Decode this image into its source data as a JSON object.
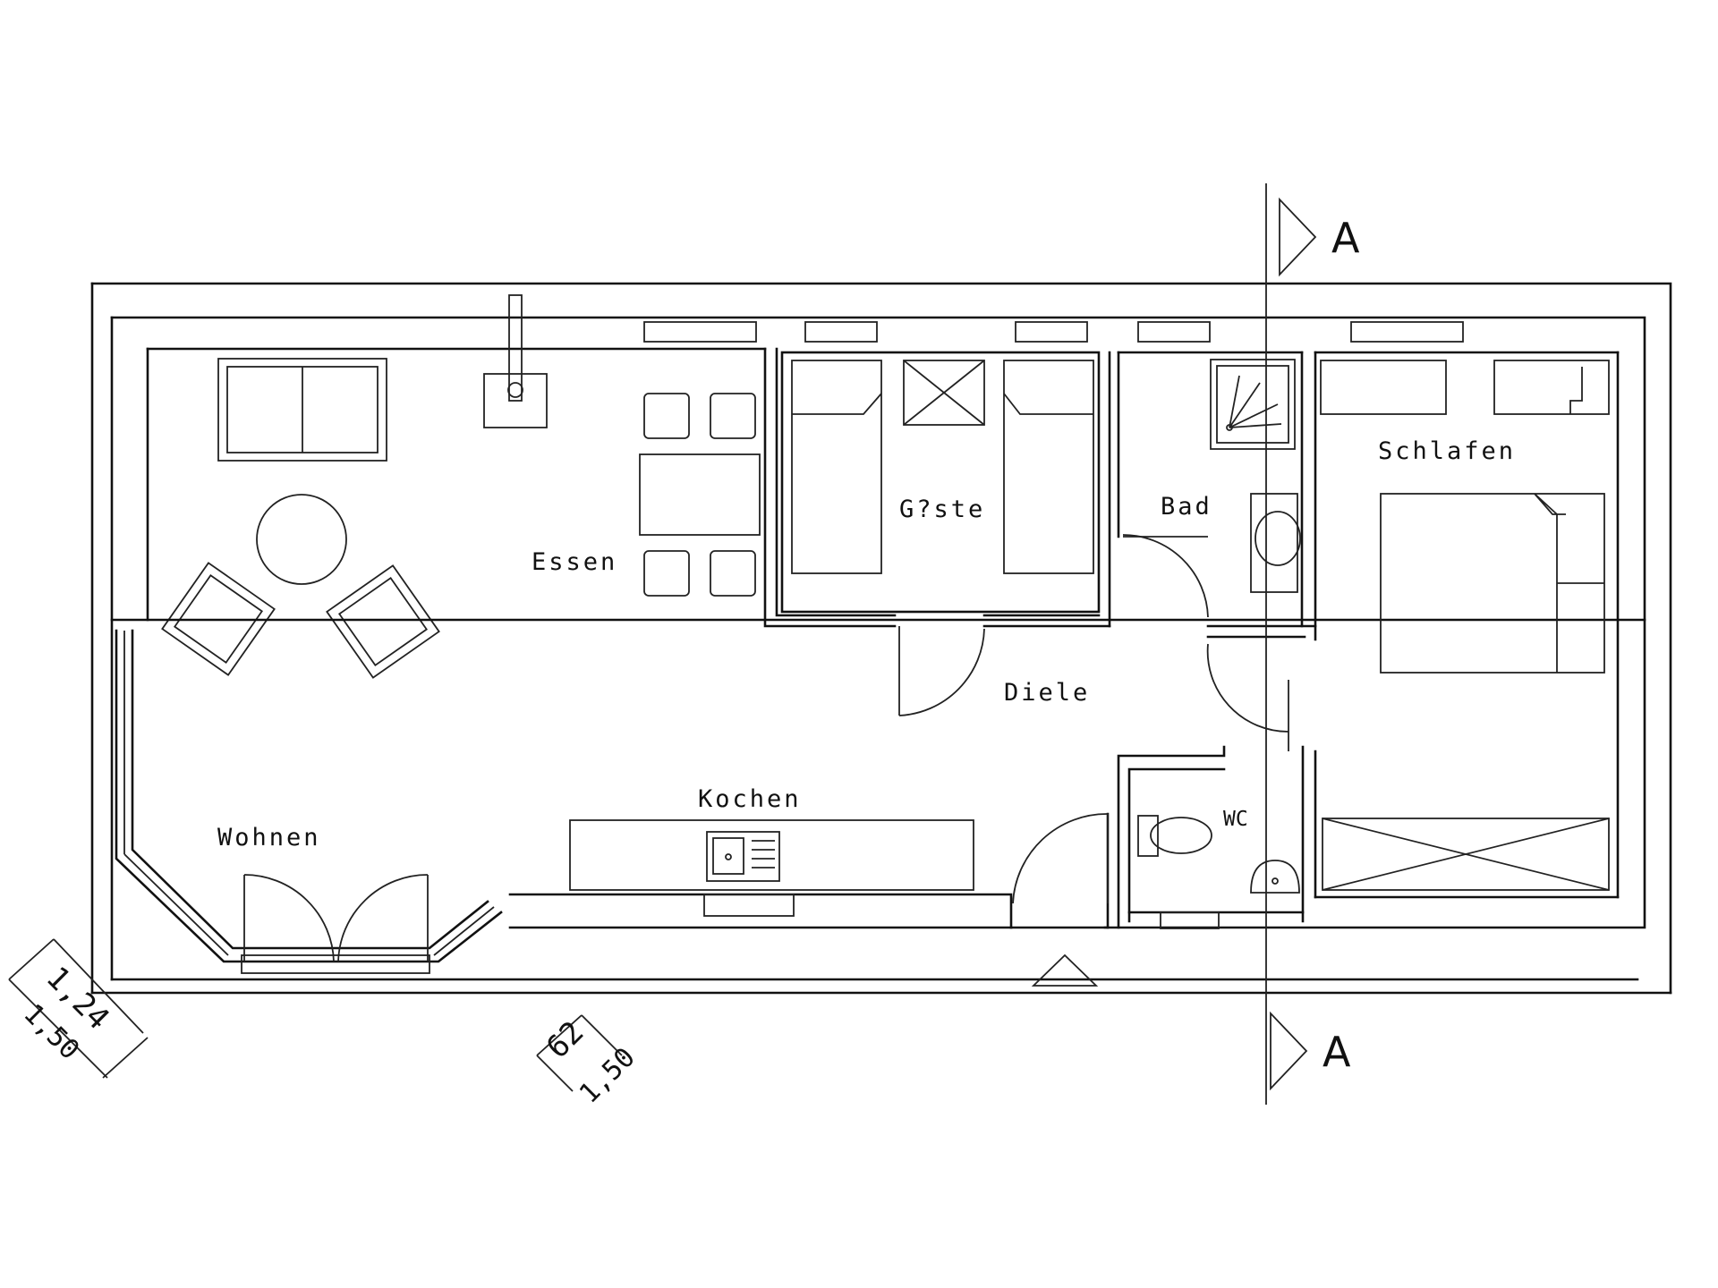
{
  "rooms": {
    "wohnen": "Wohnen",
    "essen": "Essen",
    "gaeste": "G?ste",
    "bad": "Bad",
    "schlafen": "Schlafen",
    "diele": "Diele",
    "kochen": "Kochen",
    "wc": "WC"
  },
  "section_marks": {
    "top": "A",
    "bottom": "A"
  },
  "dimensions": {
    "left_upper": "1,24",
    "left_lower": "1,50",
    "mid_upper": "62",
    "mid_lower": "1,50"
  }
}
